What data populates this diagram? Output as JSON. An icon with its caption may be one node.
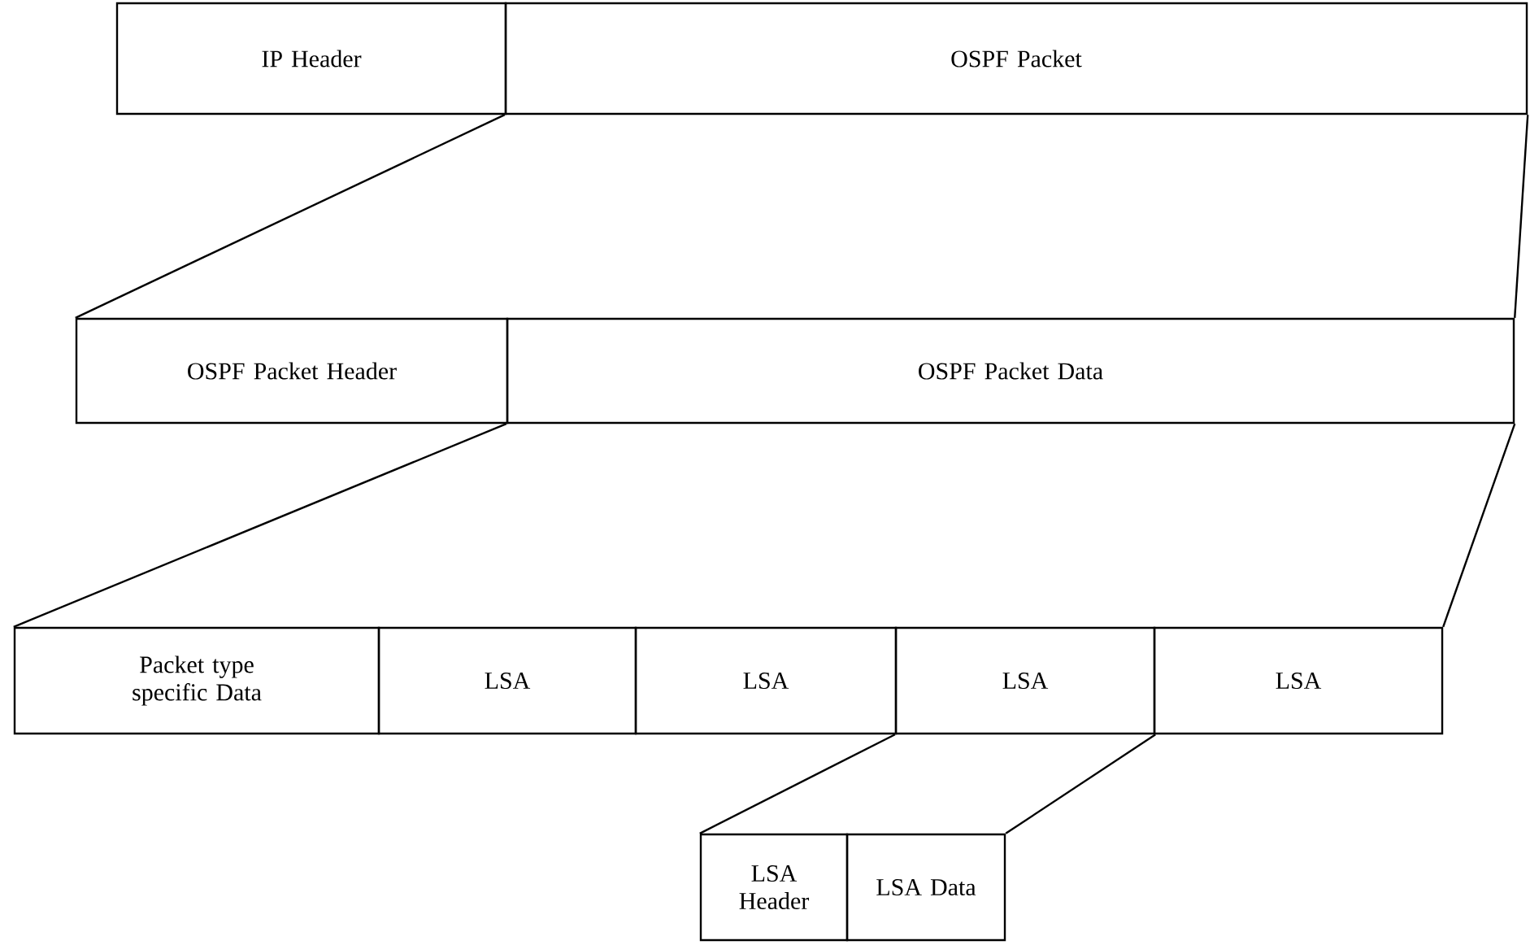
{
  "diagram": {
    "nodes": [
      {
        "text": [
          "IP Header"
        ]
      },
      {
        "text": [
          "OSPF Packet"
        ]
      },
      {
        "text": [
          "OSPF Packet Header"
        ]
      },
      {
        "text": [
          "OSPF Packet Data"
        ]
      },
      {
        "text": [
          "Packet type specific Data"
        ]
      },
      {
        "text": [
          "LSA"
        ]
      },
      {
        "text": [
          "LSA"
        ]
      },
      {
        "text": [
          "LSA"
        ]
      },
      {
        "text": [
          "LSA"
        ]
      },
      {
        "text": [
          "LSA Header"
        ]
      },
      {
        "text": [
          "LSA Data"
        ]
      }
    ],
    "edges": [
      {
        "from": 1,
        "to": 2,
        "arrow": "none"
      },
      {
        "from": 1,
        "to": 3,
        "arrow": "none"
      },
      {
        "from": 3,
        "to": 4,
        "arrow": "none"
      },
      {
        "from": 3,
        "to": 8,
        "arrow": "none"
      },
      {
        "from": 7,
        "to": 9,
        "arrow": "none"
      },
      {
        "from": 7,
        "to": 10,
        "arrow": "none"
      }
    ]
  }
}
